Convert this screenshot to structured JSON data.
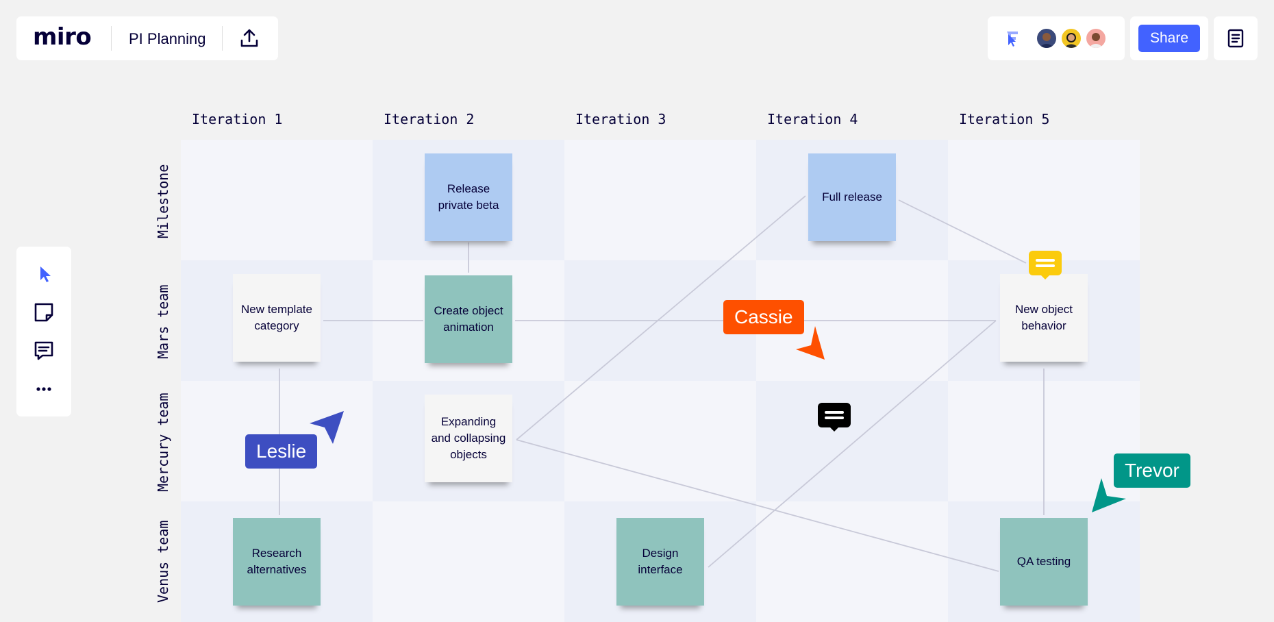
{
  "app": {
    "logo_text": "miro",
    "board_name": "PI Planning"
  },
  "header": {
    "share_label": "Share",
    "avatars": [
      {
        "name": "avatar-1",
        "bg": "#3b4a7a",
        "skin": "#8a5a3c"
      },
      {
        "name": "avatar-2",
        "bg": "#f3c623",
        "skin": "#d9a27a"
      },
      {
        "name": "avatar-3",
        "bg": "#f4a7a0",
        "skin": "#7a4a30"
      }
    ]
  },
  "toolbar": {
    "items": [
      "select-tool",
      "sticky-note-tool",
      "comment-tool",
      "more-tools"
    ]
  },
  "board": {
    "columns": [
      "Iteration 1",
      "Iteration 2",
      "Iteration 3",
      "Iteration 4",
      "Iteration 5"
    ],
    "rows": [
      "Milestone",
      "Mars team",
      "Mercury team",
      "Venus team"
    ],
    "stickies": {
      "release_private_beta": "Release private beta",
      "full_release": "Full release",
      "new_template_category": "New template category",
      "create_object_animation": "Create object animation",
      "new_object_behavior": "New object behavior",
      "expanding_collapsing": "Expanding and collapsing objects",
      "research_alternatives": "Research alternatives",
      "design_interface": "Design interface",
      "qa_testing": "QA testing"
    }
  },
  "cursors": [
    {
      "name": "Cassie",
      "color": "#fe5000"
    },
    {
      "name": "Leslie",
      "color": "#3d4ec1"
    },
    {
      "name": "Trevor",
      "color": "#019688"
    }
  ],
  "colors": {
    "accent": "#4262ff",
    "comment_yellow": "#fbcb0d",
    "comment_black": "#000000"
  }
}
